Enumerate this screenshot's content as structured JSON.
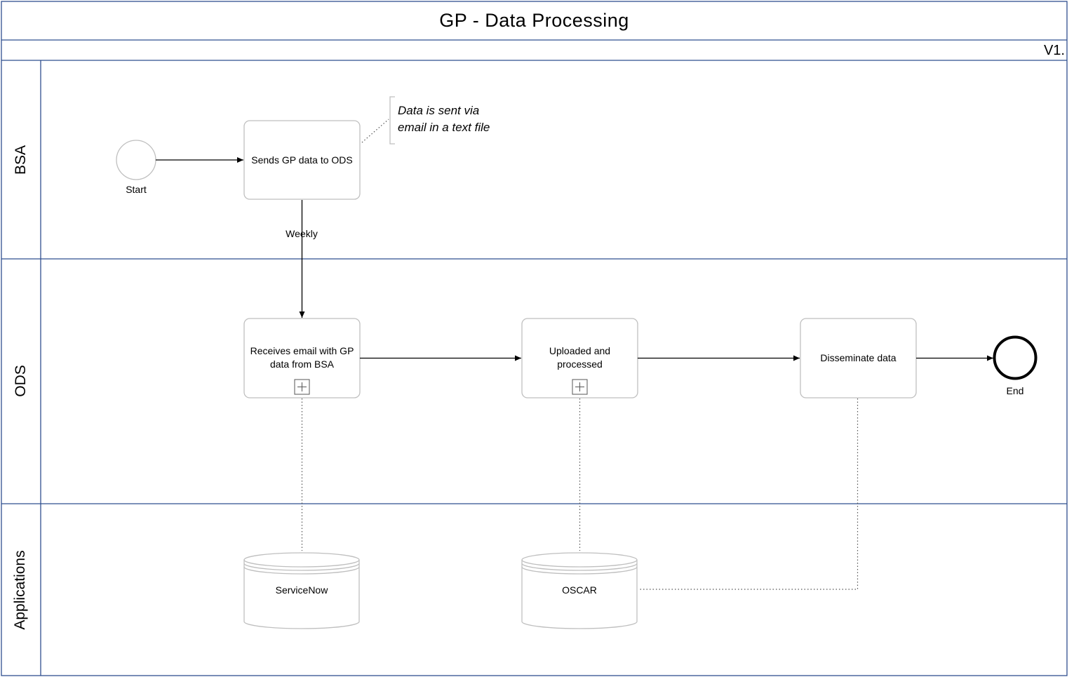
{
  "diagram": {
    "title": "GP - Data Processing",
    "version": "V1.",
    "lanes": [
      {
        "id": "bsa",
        "label": "BSA"
      },
      {
        "id": "ods",
        "label": "ODS"
      },
      {
        "id": "apps",
        "label": "Applications"
      }
    ],
    "events": {
      "start": "Start",
      "end": "End"
    },
    "tasks": {
      "send": "Sends GP data to ODS",
      "receive": "Receives email with GP data from BSA",
      "upload": "Uploaded and processed",
      "disseminate": "Disseminate data"
    },
    "flow_label": "Weekly",
    "annotation": "Data is sent via email in a text file",
    "data_stores": {
      "servicenow": "ServiceNow",
      "oscar": "OSCAR"
    },
    "colors": {
      "border": "#2F4F8F",
      "task_border": "#BFBFBF",
      "line": "#000000"
    }
  }
}
